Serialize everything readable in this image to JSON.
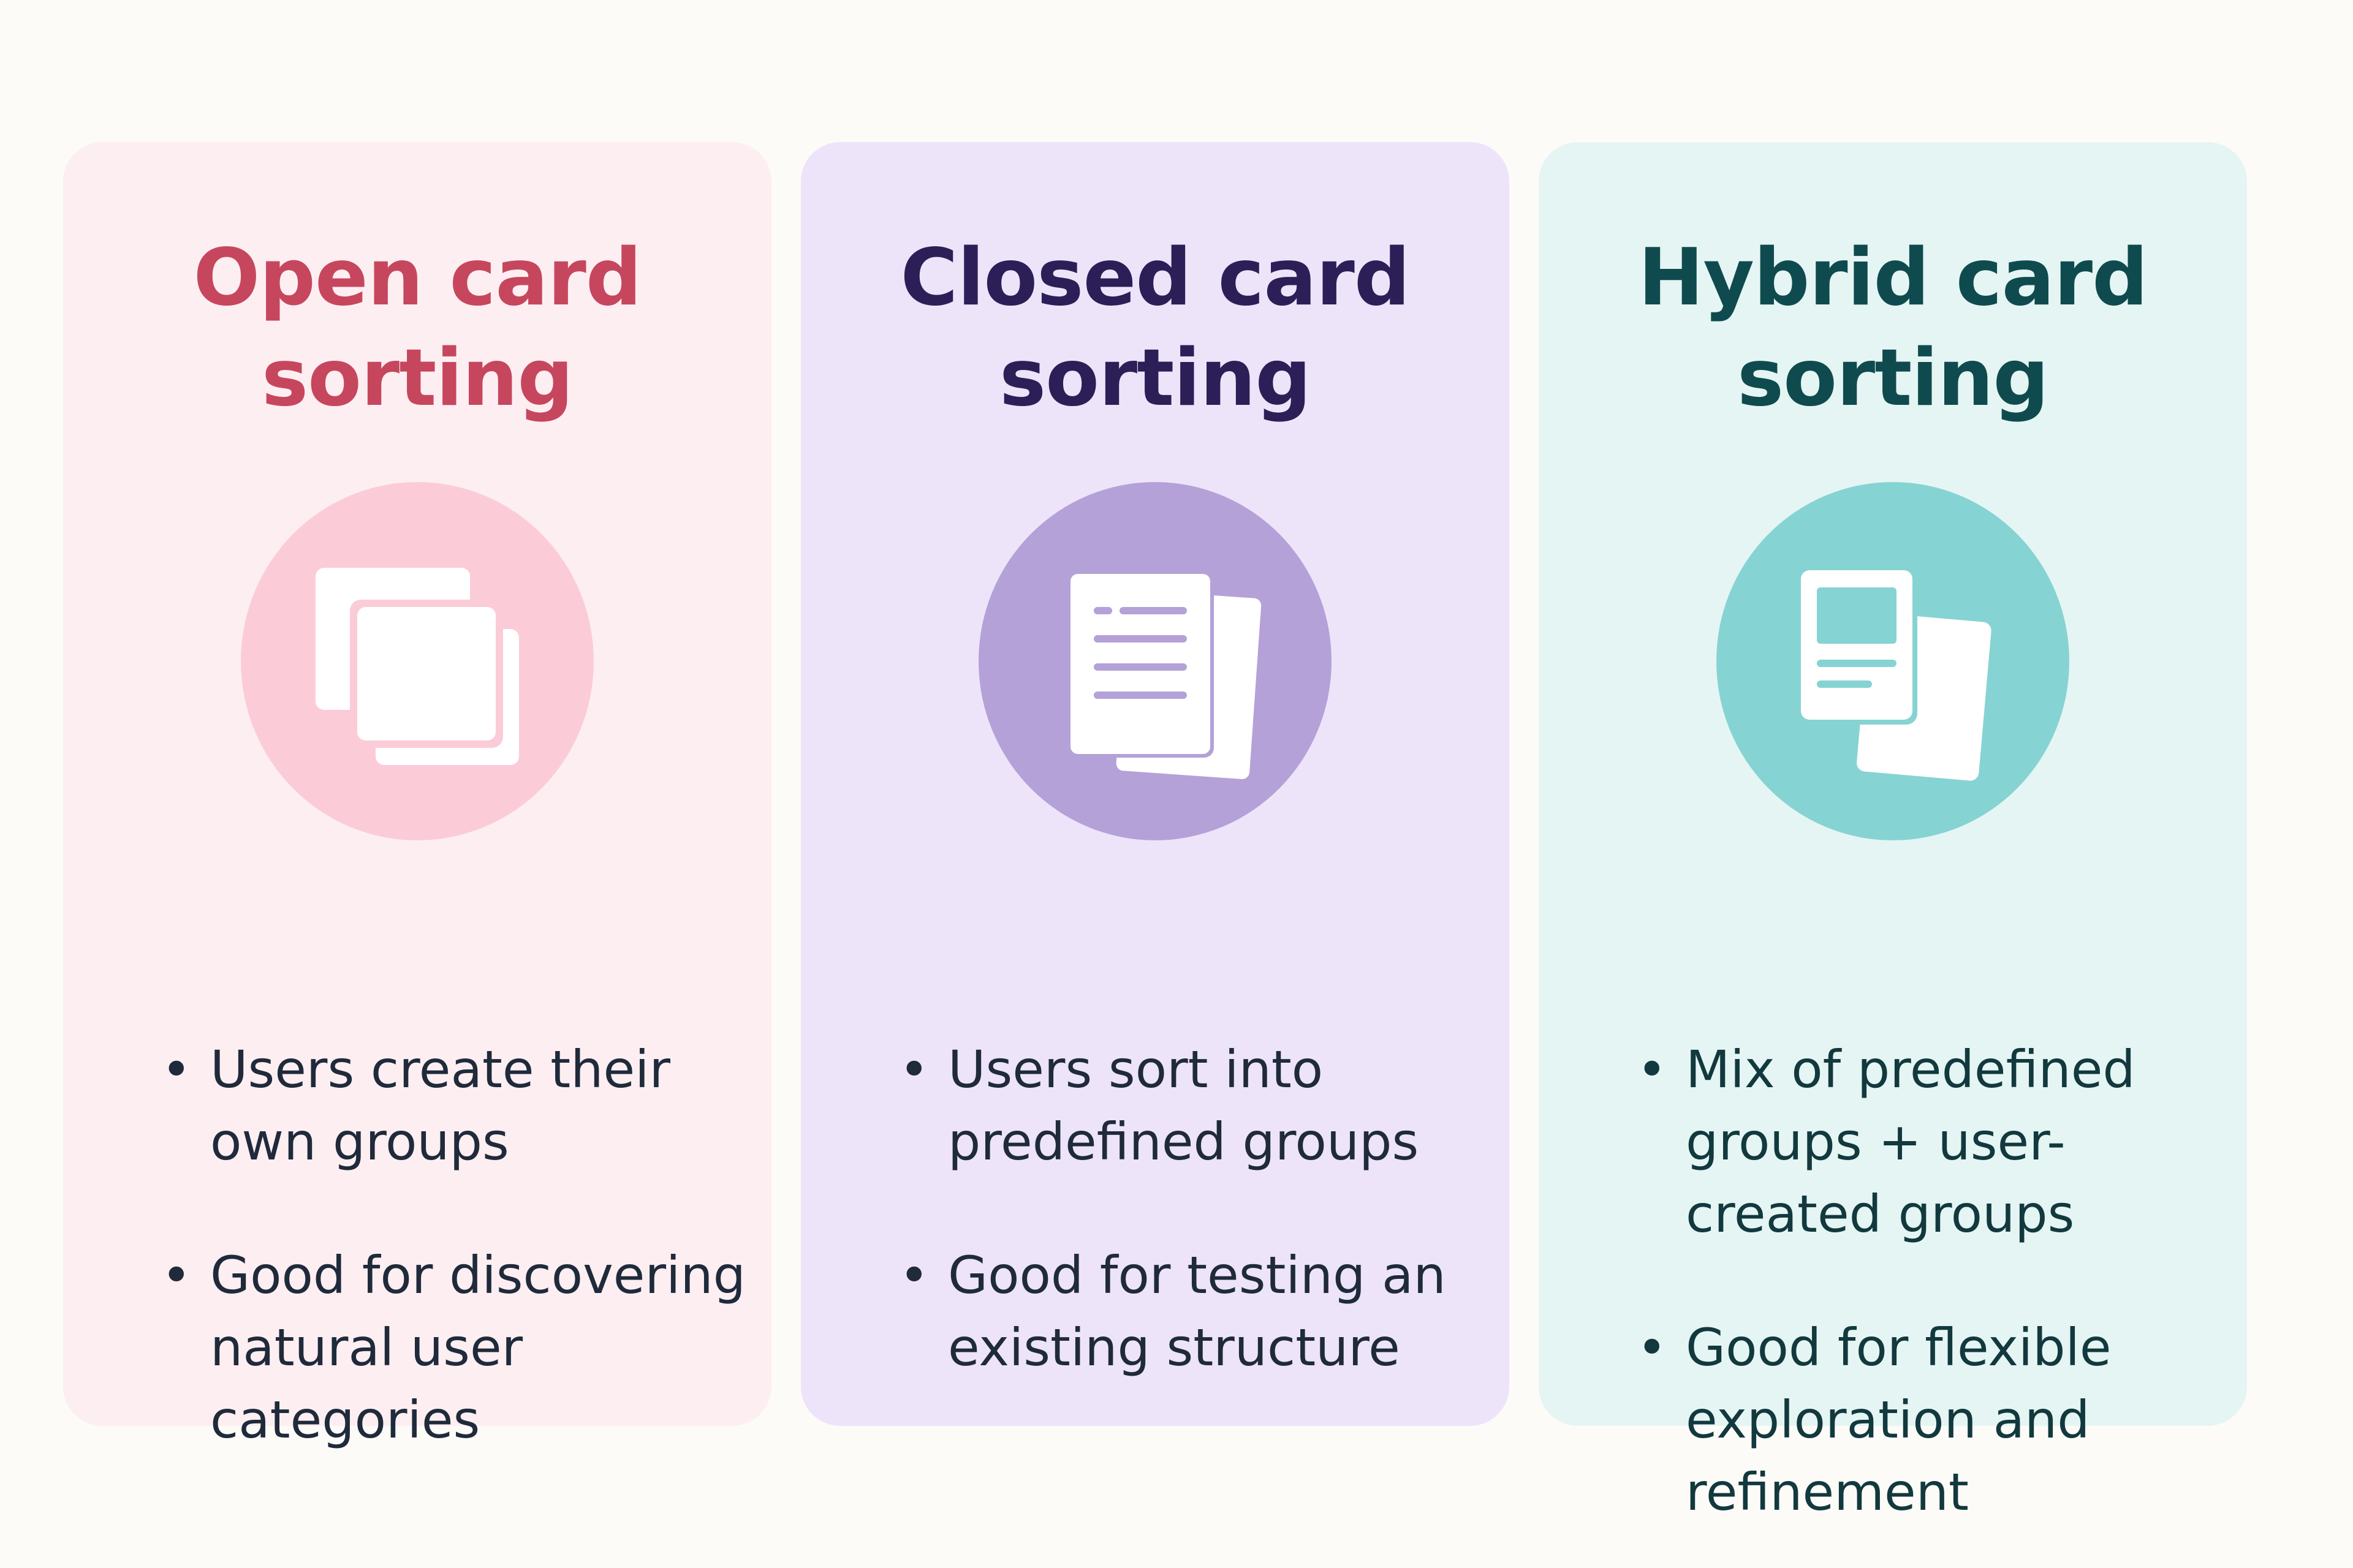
{
  "colors": {
    "page_background": "#fdfbf8",
    "open_card_bg": "#fdeef2",
    "open_accent": "#c6475d",
    "open_icon_circle": "#fbccd8",
    "closed_card_bg": "#ede4fa",
    "closed_accent": "#2c1f57",
    "closed_icon_circle": "#b4a1d8",
    "hybrid_card_bg": "#e5f5f4",
    "hybrid_accent": "#0f4b4e",
    "hybrid_icon_circle": "#86d3d3",
    "body_text": "#1f2a3a"
  },
  "cards": [
    {
      "title_line1": "Open card",
      "title_line2": "sorting",
      "icon": "stacked-blank-cards-icon",
      "bullet_glyph": "•",
      "bullets": [
        "Users create their own groups",
        "Good for discovering natural user categories"
      ]
    },
    {
      "title_line1": "Closed card",
      "title_line2": "sorting",
      "icon": "stacked-document-cards-icon",
      "bullet_glyph": "•",
      "bullets": [
        "Users sort into predefined groups",
        "Good for testing an existing structure"
      ]
    },
    {
      "title_line1": "Hybrid card",
      "title_line2": "sorting",
      "icon": "mixed-cards-icon",
      "bullet_glyph": "•",
      "bullets": [
        "Mix of predefined groups + user-created groups",
        "Good for flexible exploration and refinement"
      ]
    }
  ]
}
